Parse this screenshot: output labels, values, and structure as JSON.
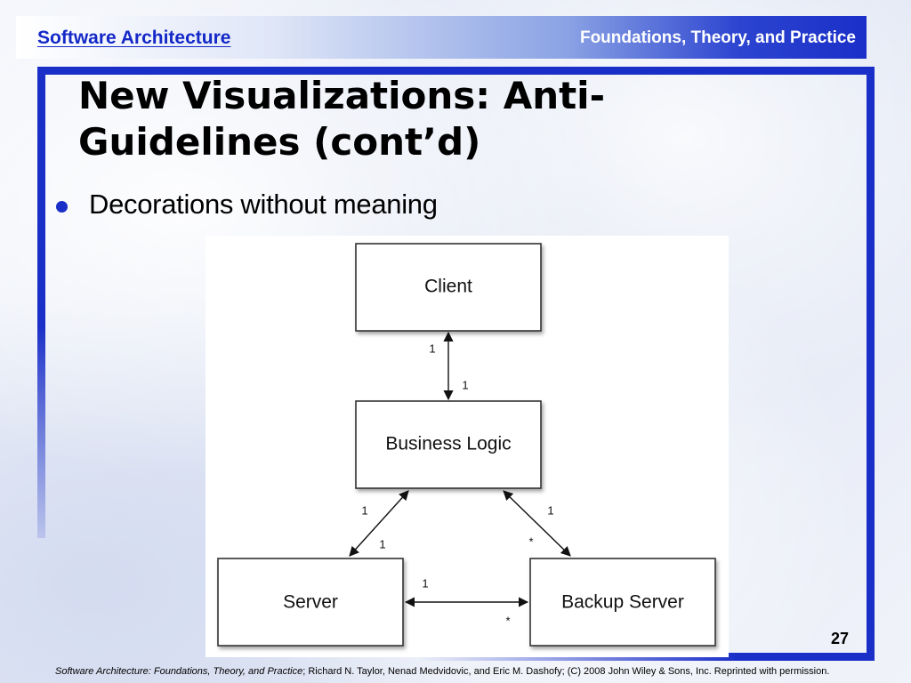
{
  "header": {
    "left_title": "Software Architecture",
    "right_title": "Foundations, Theory, and Practice"
  },
  "slide": {
    "title": "New Visualizations: Anti-Guidelines (cont’d)",
    "bullet": "Decorations without meaning",
    "page_number": "27"
  },
  "diagram": {
    "nodes": {
      "client": "Client",
      "business_logic": "Business Logic",
      "server": "Server",
      "backup_server": "Backup Server"
    },
    "edges": {
      "client_business": {
        "source_mult": "1",
        "target_mult": "1"
      },
      "business_server": {
        "source_mult": "1",
        "target_mult": "1"
      },
      "business_backup": {
        "source_mult": "1",
        "target_mult": "*"
      },
      "server_backup": {
        "source_mult": "1",
        "target_mult": "*"
      }
    }
  },
  "footer": {
    "citation_italic": "Software Architecture: Foundations, Theory, and Practice",
    "citation_rest": "; Richard N. Taylor, Nenad Medvidovic, and Eric M. Dashofy; (C) 2008 John Wiley & Sons, Inc. Reprinted with permission."
  }
}
